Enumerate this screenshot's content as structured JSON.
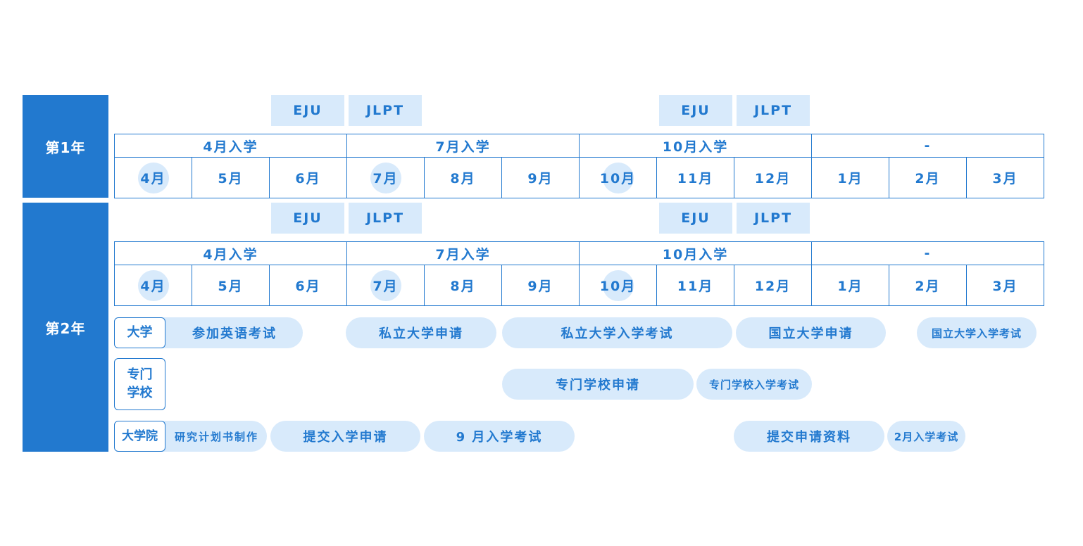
{
  "years": [
    {
      "label": "第1年"
    },
    {
      "label": "第2年"
    }
  ],
  "exams": {
    "eju": "EJU",
    "jlpt": "JLPT"
  },
  "intakes": [
    "4月入学",
    "7月入学",
    "10月入学",
    "-"
  ],
  "months": [
    "4月",
    "5月",
    "6月",
    "7月",
    "8月",
    "9月",
    "10月",
    "11月",
    "12月",
    "1月",
    "2月",
    "3月"
  ],
  "highlighted_months": [
    "4月",
    "7月",
    "10月"
  ],
  "categories": {
    "university": "大学",
    "vocational": "专门\n学校",
    "graduate": "大学院"
  },
  "university_tasks": [
    "参加英语考试",
    "私立大学申请",
    "私立大学入学考试",
    "国立大学申请",
    "国立大学入学考试"
  ],
  "vocational_tasks": [
    "专门学校申请",
    "专门学校入学考试"
  ],
  "graduate_tasks": [
    "研究计划书制作",
    "提交入学申请",
    "9 月入学考试",
    "提交申请资料",
    "2月入学考试"
  ],
  "colors": {
    "primary": "#2279cf",
    "light": "#d8eafb"
  }
}
